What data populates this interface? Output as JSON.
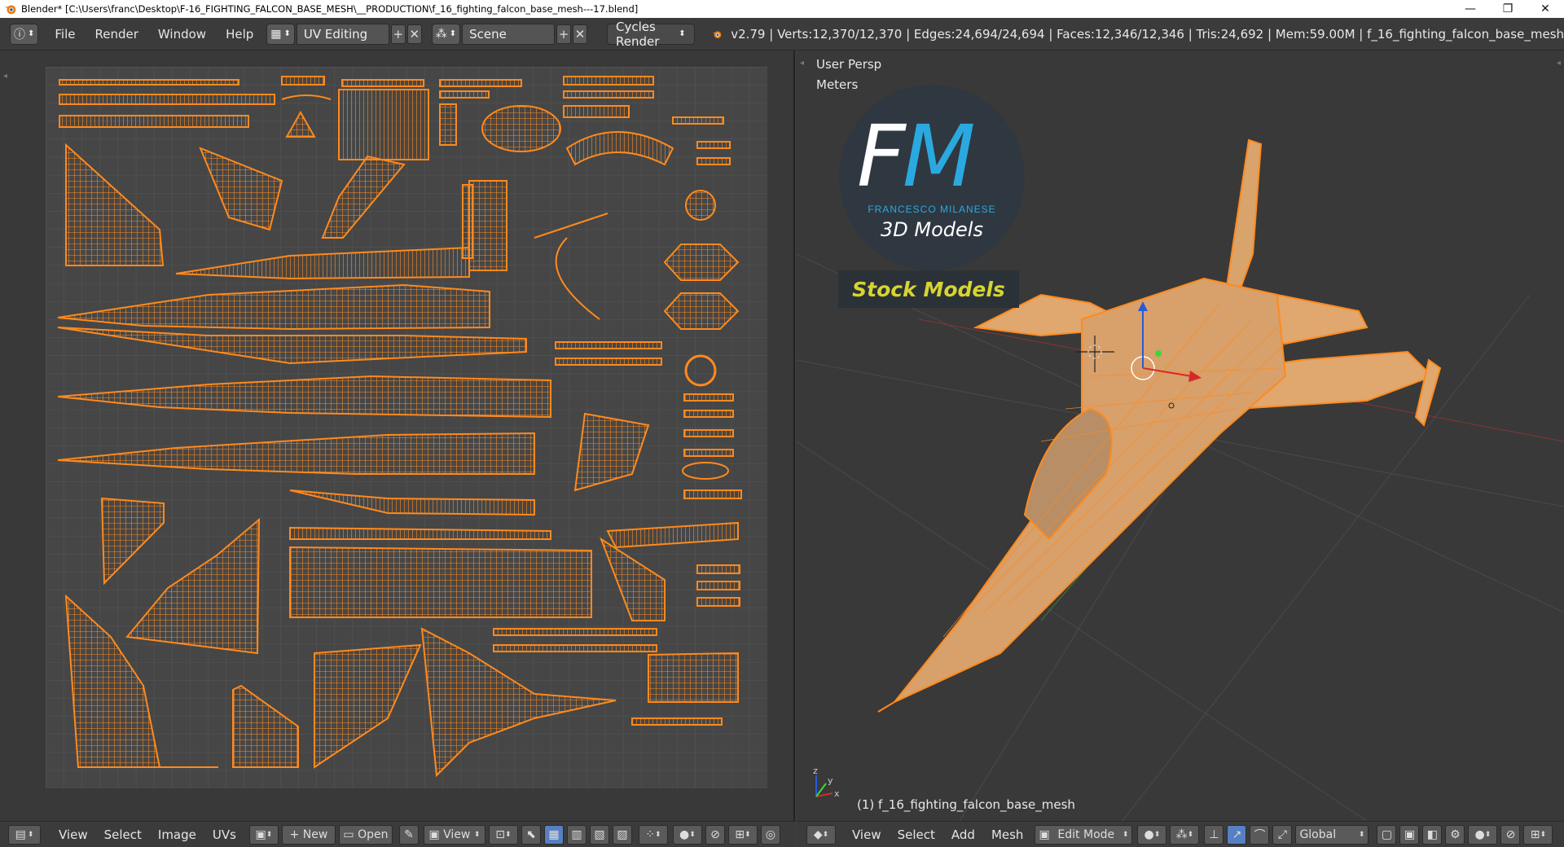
{
  "titlebar": {
    "title": "Blender* [C:\\Users\\franc\\Desktop\\F-16_FIGHTING_FALCON_BASE_MESH\\__PRODUCTION\\f_16_fighting_falcon_base_mesh---17.blend]",
    "minimize": "—",
    "maximize": "❐",
    "close": "✕"
  },
  "infobar": {
    "menus": [
      "File",
      "Render",
      "Window",
      "Help"
    ],
    "layout": "UV Editing",
    "scene": "Scene",
    "engine": "Cycles Render",
    "stats": "v2.79 | Verts:12,370/12,370 | Edges:24,694/24,694 | Faces:12,346/12,346 | Tris:24,692 | Mem:59.00M | f_16_fighting_falcon_base_mesh"
  },
  "viewport": {
    "view_name": "User Persp",
    "units": "Meters",
    "object_label": "(1) f_16_fighting_falcon_base_mesh",
    "axis_x": "x",
    "axis_y": "y",
    "axis_z": "z"
  },
  "logo": {
    "letters_f": "F",
    "letters_m": "M",
    "brand": "FRANCESCO MILANESE",
    "sub": "3D Models",
    "badge": "Stock Models"
  },
  "uv_header": {
    "menus": [
      "View",
      "Select",
      "Image",
      "UVs"
    ],
    "new": "New",
    "open": "Open",
    "view": "View"
  },
  "view3d_header": {
    "menus": [
      "View",
      "Select",
      "Add",
      "Mesh"
    ],
    "mode": "Edit Mode",
    "orientation": "Global"
  },
  "colors": {
    "accent_orange": "#ff8a1e",
    "uv_bg": "#464646",
    "active_blue": "#5680c2",
    "logo_blue": "#2aa9e0",
    "badge_yellow": "#d8d430"
  }
}
